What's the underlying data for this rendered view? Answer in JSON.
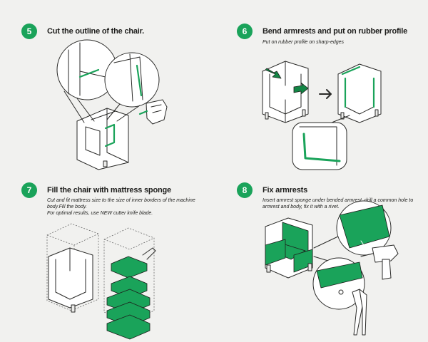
{
  "accent_color": "#1aa35a",
  "steps": [
    {
      "number": "5",
      "title": "Cut the outline of the chair.",
      "note": ""
    },
    {
      "number": "6",
      "title": "Bend armrests and put on rubber profile",
      "note": "Put on rubber profile on sharp-edges"
    },
    {
      "number": "7",
      "title": "Fill the chair with mattress sponge",
      "note": "Cut and fit mattress size to the size of inner borders of the machine body.Fill the body.\nFor optimal results, use NEW cutter knife blade."
    },
    {
      "number": "8",
      "title": "Fix armrests",
      "note": "Insert armrest sponge under bended armrest, drill a common hole to armrest and body, fix it with a rivet."
    }
  ]
}
